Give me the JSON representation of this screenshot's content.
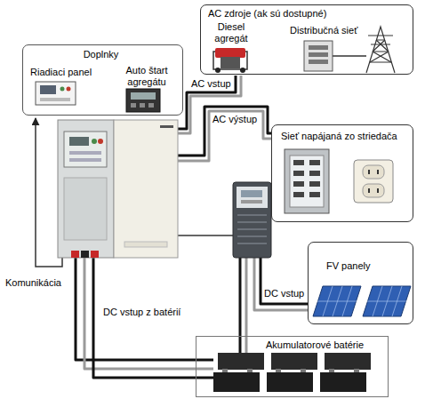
{
  "diagram": {
    "nodes": [
      {
        "text": [
          "Doplnky",
          "Riadiaci panel",
          "Auto štart agregátu"
        ]
      },
      {
        "text": [
          "AC zdroje (ak sú dostupné)",
          "Diesel agregát",
          "Distribučná sieť"
        ]
      },
      {
        "text": [
          "Sieť napájaná zo striedača"
        ]
      },
      {
        "text": [
          "FV panely"
        ]
      },
      {
        "text": [
          "Akumulatorové batérie"
        ]
      }
    ],
    "labels": [
      "AC vstup",
      "AC výstup",
      "Komunikácia",
      "DC vstup z batérií",
      "DC vstup"
    ]
  }
}
